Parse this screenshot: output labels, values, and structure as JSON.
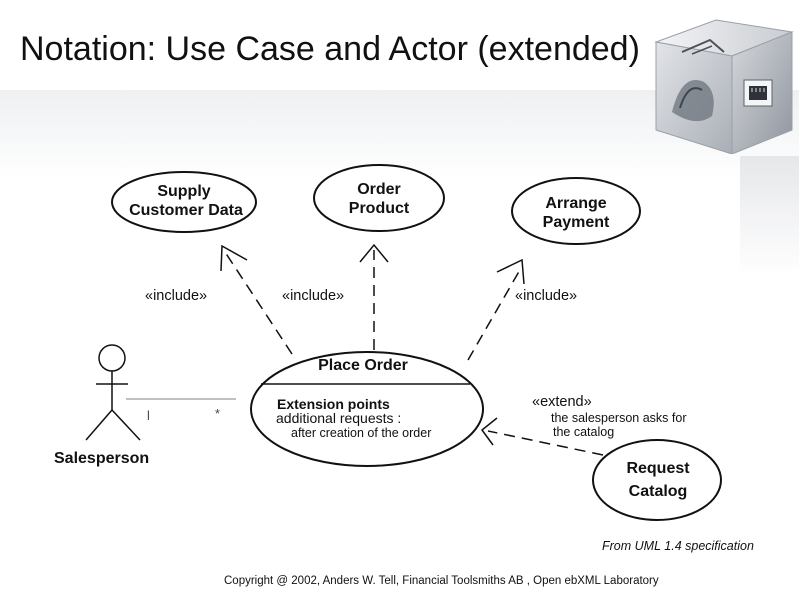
{
  "slide": {
    "title": "Notation: Use Case and Actor (extended)",
    "source_note": "From UML 1.4 specification",
    "copyright": "Copyright @ 2002, Anders W. Tell, Financial Toolsmiths AB , Open ebXML Laboratory"
  },
  "diagram": {
    "use_cases": {
      "supply": [
        "Supply",
        "Customer Data"
      ],
      "order": [
        "Order",
        "Product"
      ],
      "arrange": [
        "Arrange",
        "Payment"
      ],
      "place": "Place Order",
      "request": [
        "Request",
        "Catalog"
      ]
    },
    "extension": {
      "heading": "Extension points",
      "line1": "additional requests :",
      "line2": "after creation of the order"
    },
    "relations": {
      "include": "«include»",
      "extend": "«extend»",
      "extend_note_1": "the salesperson asks for",
      "extend_note_2": "the catalog"
    },
    "actor": {
      "name": "Salesperson",
      "mult_actor": "l",
      "mult_usecase": "*"
    }
  }
}
